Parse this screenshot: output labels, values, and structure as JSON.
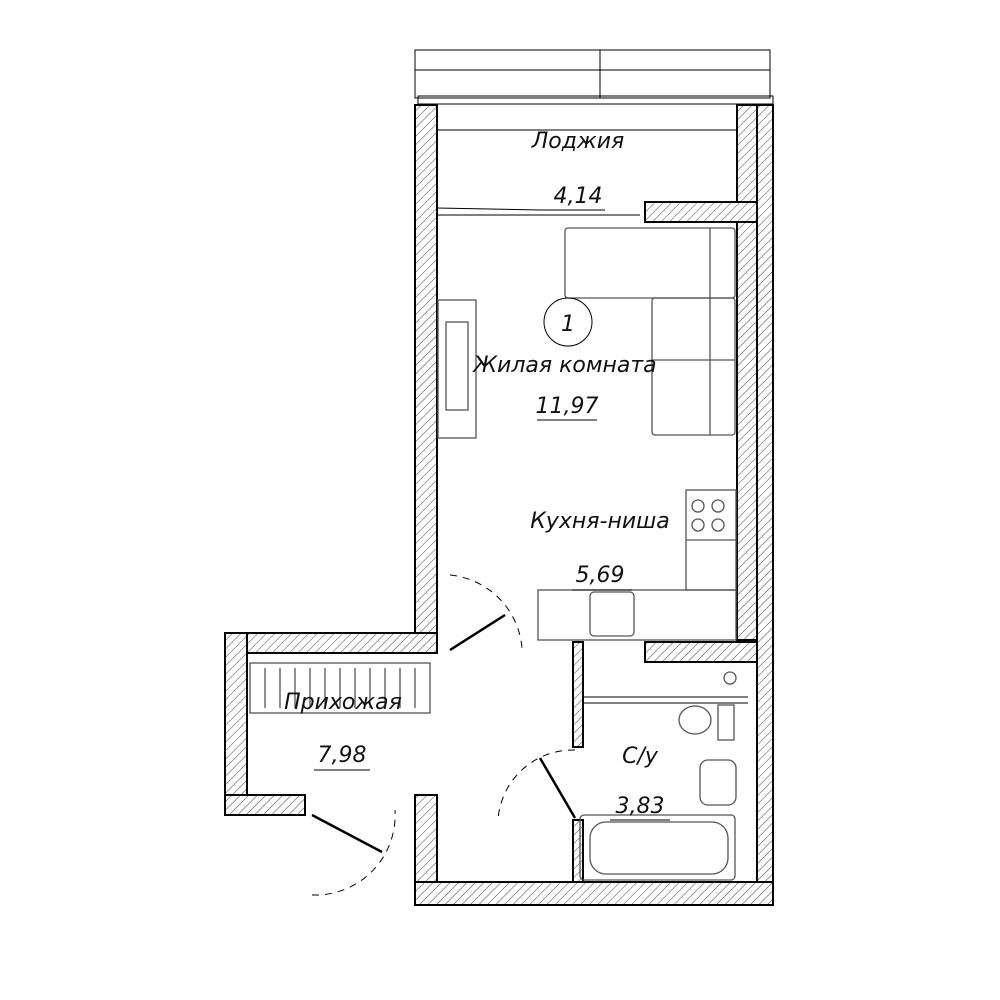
{
  "rooms": {
    "loggia": {
      "name": "Лоджия",
      "area": "4,14"
    },
    "living": {
      "name": "Жилая комната",
      "area": "11,97",
      "marker": "1"
    },
    "kitchen": {
      "name": "Кухня-ниша",
      "area": "5,69"
    },
    "hall": {
      "name": "Прихожая",
      "area": "7,98"
    },
    "bath": {
      "name": "С/у",
      "area": "3,83"
    }
  },
  "colors": {
    "line": "#000000",
    "hatch": "#444444",
    "furniture": "#555555"
  }
}
